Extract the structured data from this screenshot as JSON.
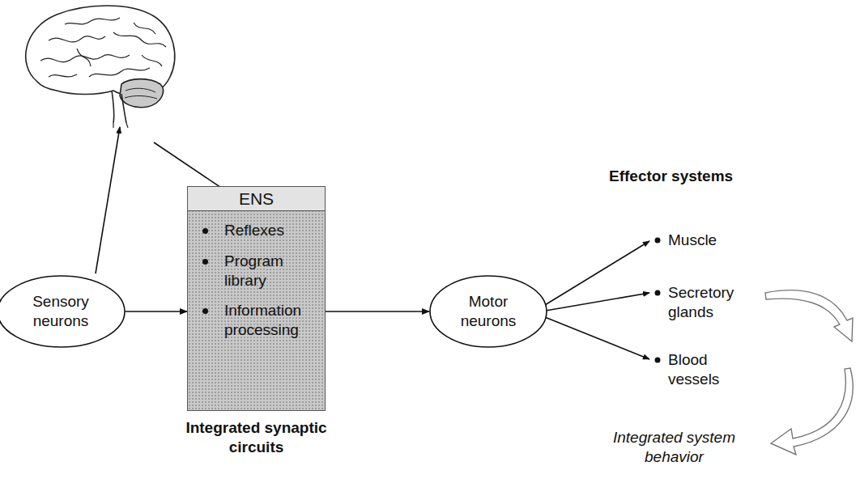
{
  "diagram": {
    "nodes": [
      {
        "text": [
          "Sensory neurons"
        ]
      },
      {
        "text": [
          "ENS",
          "Reflexes",
          "Program library",
          "Information processing"
        ]
      },
      {
        "text": [
          "Motor neurons"
        ]
      }
    ],
    "edges": [
      {
        "from": 0,
        "to": 1,
        "arrow": "to"
      },
      {
        "from": 1,
        "to": 2,
        "arrow": "to"
      }
    ],
    "labels": [
      "Integrated synaptic circuits",
      "Effector systems",
      "Muscle",
      "Secretory glands",
      "Blood vessels",
      "Integrated system behavior"
    ]
  }
}
